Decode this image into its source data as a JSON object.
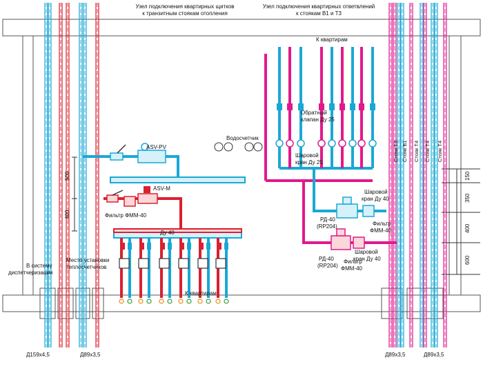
{
  "labels": {
    "title_left_1": "Узел подключения квартирных щитков",
    "title_left_2": "к транзитным стоякам отопления",
    "title_right_1": "Узел подключения квартирных ответвлений",
    "title_right_2": "к стоякам В1 и Т3",
    "to_apartments_top": "К квартирам",
    "to_apartments_bottom": "К квартирам",
    "check_valve_1": "Обратный",
    "check_valve_2": "клапан Ду 25",
    "water_meter": "Водосчетчик",
    "ball_valve_25_1": "Шаровой",
    "ball_valve_25_2": "кран Ду 25",
    "asv_pv": "ASV-PV",
    "asv_m": "ASV-M",
    "filter_fmm_left": "Фильтр ФММ-40",
    "du40": "Ду 40",
    "heat_meter_place_1": "Место установки",
    "heat_meter_place_2": "теплосчетчиков",
    "dispatch_1": "В систему",
    "dispatch_2": "диспетчеризации",
    "dim_500": "500",
    "dim_400": "400",
    "dim_150": "150",
    "dim_350": "350",
    "dim_400_right": "400",
    "dim_600": "600",
    "ball_valve_40_a_1": "Шаровой",
    "ball_valve_40_a_2": "кран Ду 40",
    "rd40_a_1": "РД-40",
    "rd40_a_2": "(RP204)",
    "filter_a_1": "Фильтр",
    "filter_a_2": "ФММ-40",
    "rd40_b_1": "РД-40",
    "rd40_b_2": "(RP204)",
    "filter_b_1": "Фильтр",
    "filter_b_2": "ФММ-40",
    "ball_valve_40_b_1": "Шаровой",
    "ball_valve_40_b_2": "кран Ду 40",
    "pipe_d159": "Д159х4,5",
    "pipe_d89_left": "Д89х3,5",
    "pipe_d89_mid": "Д89х3,5",
    "pipe_d89_right": "Д89х3,5"
  },
  "risers": [
    "Стояк  Т3",
    "Стояк  В1",
    "Стояк  Т4",
    "Стояк  Т4",
    "Стояк  Т4"
  ],
  "colors": {
    "magenta": "#e0198c",
    "cyan": "#19a8d6",
    "red": "#d92030",
    "green": "#2e9e3a",
    "orange": "#f08a10",
    "slab": "#555555",
    "dark": "#333333"
  }
}
